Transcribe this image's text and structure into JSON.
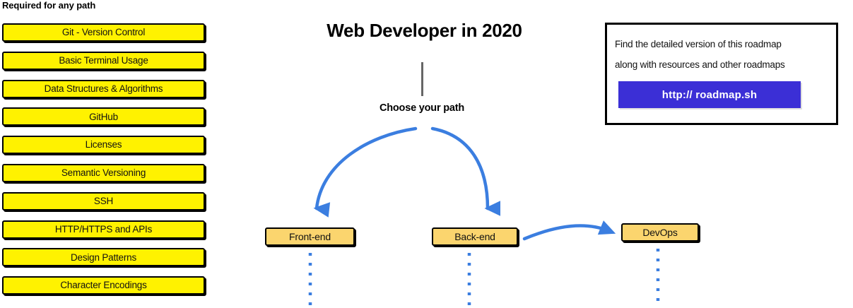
{
  "title": "Web Developer in 2020",
  "required": {
    "heading": "Required for any path",
    "items": [
      {
        "label": "Git - Version Control"
      },
      {
        "label": "Basic Terminal Usage"
      },
      {
        "label": "Data Structures & Algorithms"
      },
      {
        "label": "GitHub"
      },
      {
        "label": "Licenses"
      },
      {
        "label": "Semantic Versioning"
      },
      {
        "label": "SSH"
      },
      {
        "label": "HTTP/HTTPS and APIs"
      },
      {
        "label": "Design Patterns"
      },
      {
        "label": "Character Encodings"
      }
    ]
  },
  "flow": {
    "choose_label": "Choose your path",
    "nodes": [
      {
        "id": "frontend",
        "label": "Front-end"
      },
      {
        "id": "backend",
        "label": "Back-end"
      },
      {
        "id": "devops",
        "label": "DevOps"
      }
    ]
  },
  "info_card": {
    "line1": "Find the detailed version of this roadmap",
    "line2": "along with resources and other roadmaps",
    "button_label": "http:// roadmap.sh"
  },
  "colors": {
    "required_box_fill": "#FFF200",
    "node_box_fill": "#FBD56E",
    "arrow_blue": "#3B7EE0",
    "url_button_blue": "#3B2FD6",
    "outline_black": "#000000",
    "trunk_gray": "#666666"
  }
}
